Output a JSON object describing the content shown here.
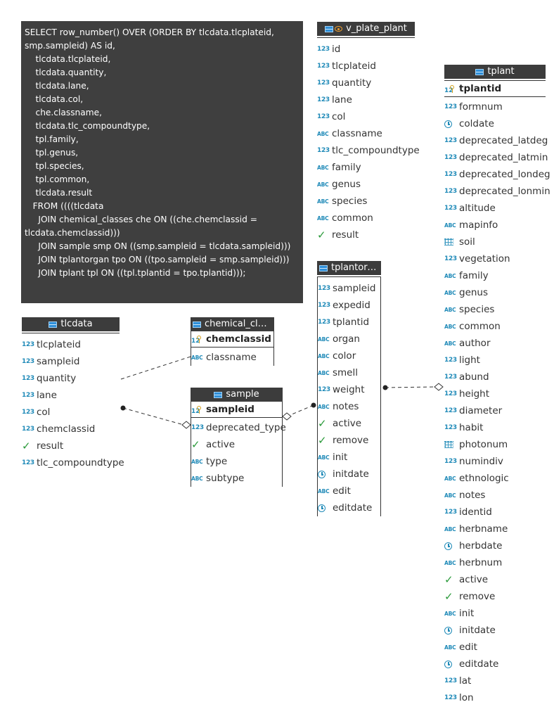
{
  "view_definition": "SELECT row_number() OVER (ORDER BY tlcdata.tlcplateid, smp.sampleid) AS id,\n    tlcdata.tlcplateid,\n    tlcdata.quantity,\n    tlcdata.lane,\n    tlcdata.col,\n    che.classname,\n    tlcdata.tlc_compoundtype,\n    tpl.family,\n    tpl.genus,\n    tpl.species,\n    tpl.common,\n    tlcdata.result\n   FROM ((((tlcdata\n     JOIN chemical_classes che ON ((che.chemclassid = tlcdata.chemclassid)))\n     JOIN sample smp ON ((smp.sampleid = tlcdata.sampleid)))\n     JOIN tplantorgan tpo ON ((tpo.sampleid = smp.sampleid)))\n     JOIN tplant tpl ON ((tpl.tplantid = tpo.tplantid)));",
  "entities": {
    "v_plate_plant": {
      "title": "v_plate_plant",
      "icon": "view-eye-icon",
      "columns": [
        {
          "name": "id",
          "type": "num"
        },
        {
          "name": "tlcplateid",
          "type": "num"
        },
        {
          "name": "quantity",
          "type": "num"
        },
        {
          "name": "lane",
          "type": "num"
        },
        {
          "name": "col",
          "type": "num"
        },
        {
          "name": "classname",
          "type": "abc"
        },
        {
          "name": "tlc_compoundtype",
          "type": "num"
        },
        {
          "name": "family",
          "type": "abc"
        },
        {
          "name": "genus",
          "type": "abc"
        },
        {
          "name": "species",
          "type": "abc"
        },
        {
          "name": "common",
          "type": "abc"
        },
        {
          "name": "result",
          "type": "bool"
        }
      ]
    },
    "tplant": {
      "title": "tplant",
      "icon": "table-icon",
      "key": {
        "name": "tplantid",
        "type": "num"
      },
      "columns": [
        {
          "name": "formnum",
          "type": "num"
        },
        {
          "name": "coldate",
          "type": "date"
        },
        {
          "name": "deprecated_latdeg",
          "type": "num"
        },
        {
          "name": "deprecated_latmin",
          "type": "num"
        },
        {
          "name": "deprecated_londeg",
          "type": "num"
        },
        {
          "name": "deprecated_lonmin",
          "type": "num"
        },
        {
          "name": "altitude",
          "type": "num"
        },
        {
          "name": "mapinfo",
          "type": "abc"
        },
        {
          "name": "soil",
          "type": "grid"
        },
        {
          "name": "vegetation",
          "type": "num"
        },
        {
          "name": "family",
          "type": "abc"
        },
        {
          "name": "genus",
          "type": "abc"
        },
        {
          "name": "species",
          "type": "abc"
        },
        {
          "name": "common",
          "type": "abc"
        },
        {
          "name": "author",
          "type": "abc"
        },
        {
          "name": "light",
          "type": "num"
        },
        {
          "name": "abund",
          "type": "num"
        },
        {
          "name": "height",
          "type": "num"
        },
        {
          "name": "diameter",
          "type": "num"
        },
        {
          "name": "habit",
          "type": "num"
        },
        {
          "name": "photonum",
          "type": "grid"
        },
        {
          "name": "numindiv",
          "type": "num"
        },
        {
          "name": "ethnologic",
          "type": "abc"
        },
        {
          "name": "notes",
          "type": "abc"
        },
        {
          "name": "identid",
          "type": "num"
        },
        {
          "name": "herbname",
          "type": "abc"
        },
        {
          "name": "herbdate",
          "type": "date"
        },
        {
          "name": "herbnum",
          "type": "abc"
        },
        {
          "name": "active",
          "type": "bool"
        },
        {
          "name": "remove",
          "type": "bool"
        },
        {
          "name": "init",
          "type": "abc"
        },
        {
          "name": "initdate",
          "type": "date"
        },
        {
          "name": "edit",
          "type": "abc"
        },
        {
          "name": "editdate",
          "type": "date"
        },
        {
          "name": "lat",
          "type": "num"
        },
        {
          "name": "lon",
          "type": "num"
        }
      ]
    },
    "tlcdata": {
      "title": "tlcdata",
      "icon": "table-icon",
      "columns": [
        {
          "name": "tlcplateid",
          "type": "num"
        },
        {
          "name": "sampleid",
          "type": "num"
        },
        {
          "name": "quantity",
          "type": "num"
        },
        {
          "name": "lane",
          "type": "num"
        },
        {
          "name": "col",
          "type": "num"
        },
        {
          "name": "chemclassid",
          "type": "num"
        },
        {
          "name": "result",
          "type": "bool"
        },
        {
          "name": "tlc_compoundtype",
          "type": "num"
        }
      ]
    },
    "chemical_classes": {
      "title": "chemical_clas...",
      "icon": "table-icon",
      "key": {
        "name": "chemclassid",
        "type": "num"
      },
      "columns": [
        {
          "name": "classname",
          "type": "abc"
        }
      ]
    },
    "sample": {
      "title": "sample",
      "icon": "table-icon",
      "key": {
        "name": "sampleid",
        "type": "num"
      },
      "columns": [
        {
          "name": "deprecated_type",
          "type": "num"
        },
        {
          "name": "active",
          "type": "bool"
        },
        {
          "name": "type",
          "type": "abc"
        },
        {
          "name": "subtype",
          "type": "abc"
        }
      ]
    },
    "tplantorgan": {
      "title": "tplantorg...",
      "icon": "table-icon",
      "columns": [
        {
          "name": "sampleid",
          "type": "num"
        },
        {
          "name": "expedid",
          "type": "num"
        },
        {
          "name": "tplantid",
          "type": "num"
        },
        {
          "name": "organ",
          "type": "abc"
        },
        {
          "name": "color",
          "type": "abc"
        },
        {
          "name": "smell",
          "type": "abc"
        },
        {
          "name": "weight",
          "type": "num"
        },
        {
          "name": "notes",
          "type": "abc"
        },
        {
          "name": "active",
          "type": "bool"
        },
        {
          "name": "remove",
          "type": "bool"
        },
        {
          "name": "init",
          "type": "abc"
        },
        {
          "name": "initdate",
          "type": "date"
        },
        {
          "name": "edit",
          "type": "abc"
        },
        {
          "name": "editdate",
          "type": "date"
        }
      ]
    }
  }
}
